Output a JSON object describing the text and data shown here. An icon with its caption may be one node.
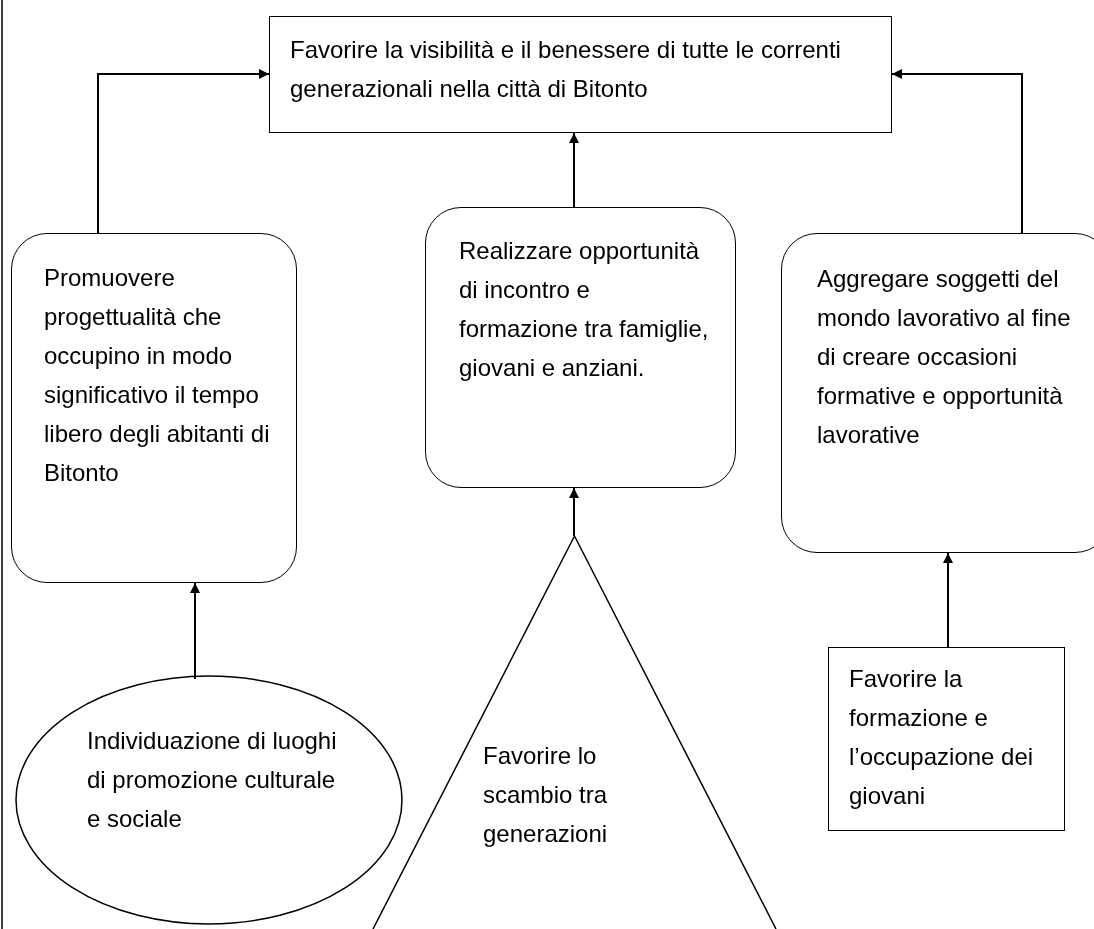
{
  "diagram": {
    "nodes": [
      {
        "text": [
          "Favorire la visibilità e il benessere di tutte le correnti generazionali nella città di Bitonto"
        ]
      },
      {
        "text": [
          "Promuovere progettualità che occupino in modo significativo il tempo libero degli abitanti di Bitonto"
        ]
      },
      {
        "text": [
          "Realizzare opportunità di incontro e formazione tra famiglie, giovani e anziani."
        ]
      },
      {
        "text": [
          "Aggregare soggetti del mondo lavorativo al fine di creare occasioni formative e opportunità lavorative"
        ]
      },
      {
        "text": [
          "Individuazione di luoghi di promozione culturale e sociale"
        ]
      },
      {
        "text": [
          "Favorire lo scambio tra generazioni"
        ]
      },
      {
        "text": [
          "Favorire la formazione e l’occupazione dei giovani"
        ]
      }
    ],
    "edges": [
      {
        "from": 1,
        "to": 0,
        "arrow": "to"
      },
      {
        "from": 2,
        "to": 0,
        "arrow": "to"
      },
      {
        "from": 3,
        "to": 0,
        "arrow": "to"
      },
      {
        "from": 4,
        "to": 1,
        "arrow": "to"
      },
      {
        "from": 5,
        "to": 2,
        "arrow": "to"
      },
      {
        "from": 6,
        "to": 3,
        "arrow": "to"
      }
    ]
  }
}
